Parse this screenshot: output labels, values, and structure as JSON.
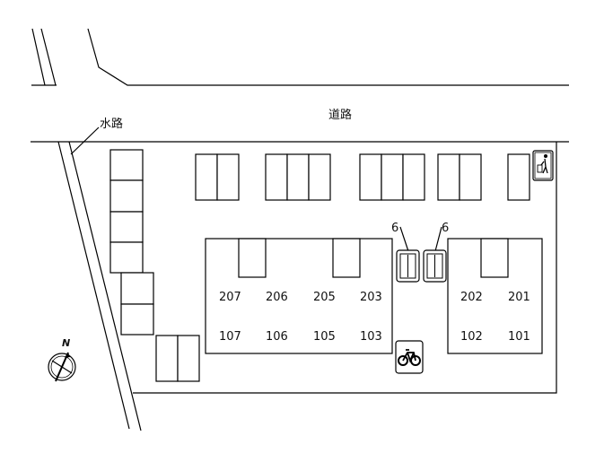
{
  "road_label": "道路",
  "waterway_label": "水路",
  "north_label": "N",
  "bike_icon": "bicycle-icon",
  "trash_icon": "trash-bin-icon",
  "elevator_icon": "elevator-icon",
  "elevators": [
    {
      "label": "6"
    },
    {
      "label": "6"
    }
  ],
  "building_a": {
    "upper": [
      "207",
      "206",
      "205",
      "203"
    ],
    "lower": [
      "107",
      "106",
      "105",
      "103"
    ]
  },
  "building_b": {
    "upper": [
      "202",
      "201"
    ],
    "lower": [
      "102",
      "101"
    ]
  }
}
